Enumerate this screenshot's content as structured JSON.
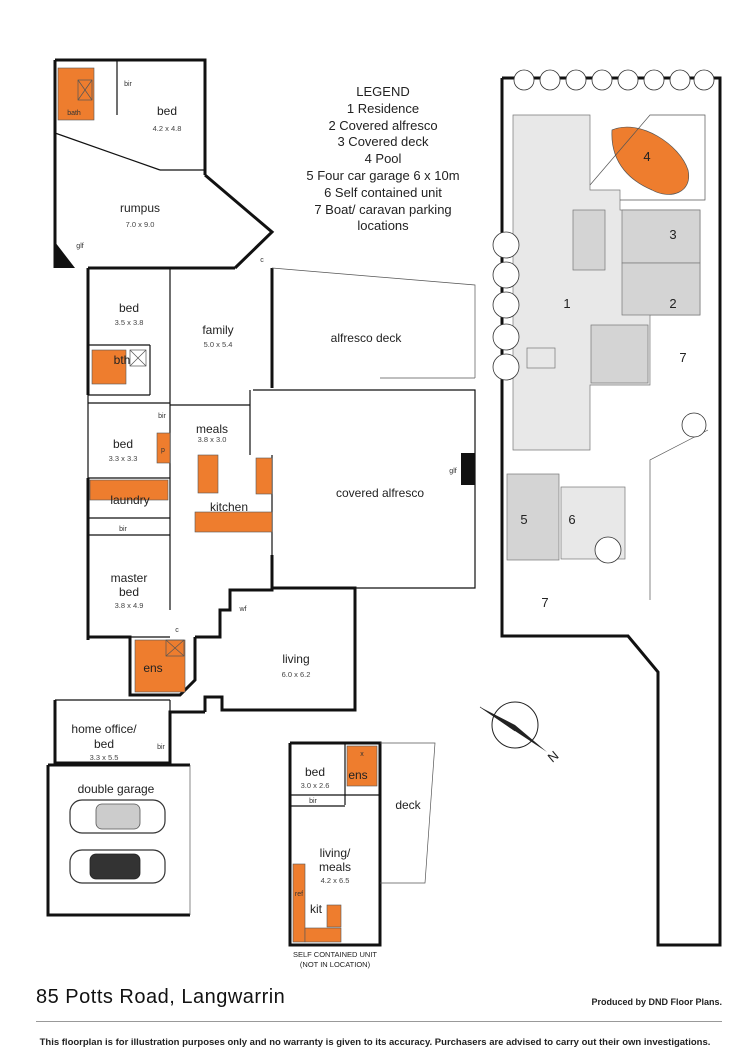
{
  "legend": {
    "title": "LEGEND",
    "items": [
      "1  Residence",
      "2  Covered alfresco",
      "3  Covered deck",
      "4  Pool",
      "5  Four car garage 6 x 10m",
      "6  Self contained unit",
      "7  Boat/ caravan parking",
      "locations"
    ]
  },
  "rooms": {
    "bed1": {
      "name": "bed",
      "dims": "4.2 x 4.8"
    },
    "bath1": {
      "name": "bath"
    },
    "bir1": {
      "name": "bir"
    },
    "rumpus": {
      "name": "rumpus",
      "dims": "7.0 x 9.0"
    },
    "glf1": {
      "name": "glf"
    },
    "c1": {
      "name": "c"
    },
    "bed2": {
      "name": "bed",
      "dims": "3.5 x 3.8"
    },
    "bth": {
      "name": "bth"
    },
    "bir2": {
      "name": "bir"
    },
    "bed3": {
      "name": "bed",
      "dims": "3.3 x 3.3"
    },
    "p": {
      "name": "p"
    },
    "laundry": {
      "name": "laundry"
    },
    "bir3": {
      "name": "bir"
    },
    "master": {
      "name": "master",
      "name2": "bed",
      "dims": "3.8 x 4.9"
    },
    "c2": {
      "name": "c"
    },
    "ens1": {
      "name": "ens"
    },
    "office": {
      "name": "home office/",
      "name2": "bed",
      "dims": "3.3 x 5.5"
    },
    "bir4": {
      "name": "bir"
    },
    "garage": {
      "name": "double garage"
    },
    "family": {
      "name": "family",
      "dims": "5.0 x 5.4"
    },
    "meals": {
      "name": "meals",
      "dims": "3.8 x 3.0"
    },
    "kitchen": {
      "name": "kitchen"
    },
    "wf": {
      "name": "wf"
    },
    "living": {
      "name": "living",
      "dims": "6.0 x 6.2"
    },
    "alfresco_deck": {
      "name": "alfresco deck"
    },
    "covered_alfresco": {
      "name": "covered alfresco"
    },
    "glf2": {
      "name": "glf"
    }
  },
  "unit": {
    "bed": {
      "name": "bed",
      "dims": "3.0 x 2.6"
    },
    "bir": {
      "name": "bir"
    },
    "ens": {
      "name": "ens"
    },
    "x": {
      "name": "x"
    },
    "living": {
      "name": "living/",
      "name2": "meals",
      "dims": "4.2 x 6.5"
    },
    "kit": {
      "name": "kit"
    },
    "ref": {
      "name": "ref"
    },
    "deck": {
      "name": "deck"
    },
    "caption1": "SELF CONTAINED UNIT",
    "caption2": "(NOT IN LOCATION)"
  },
  "site": {
    "labels": {
      "n1": "1",
      "n2": "2",
      "n3": "3",
      "n4": "4",
      "n5": "5",
      "n6": "6",
      "n7a": "7",
      "n7b": "7"
    },
    "north": "N"
  },
  "footer": {
    "address": "85 Potts Road, Langwarrin",
    "credit": "Produced by DND Floor Plans.",
    "disclaimer": "This floorplan is for illustration purposes only and no warranty is given to its accuracy. Purchasers are advised to carry out their own investigations."
  },
  "colors": {
    "accent": "#ee7d2e",
    "wall": "#111111",
    "site_fill": "#e8e8e8"
  }
}
